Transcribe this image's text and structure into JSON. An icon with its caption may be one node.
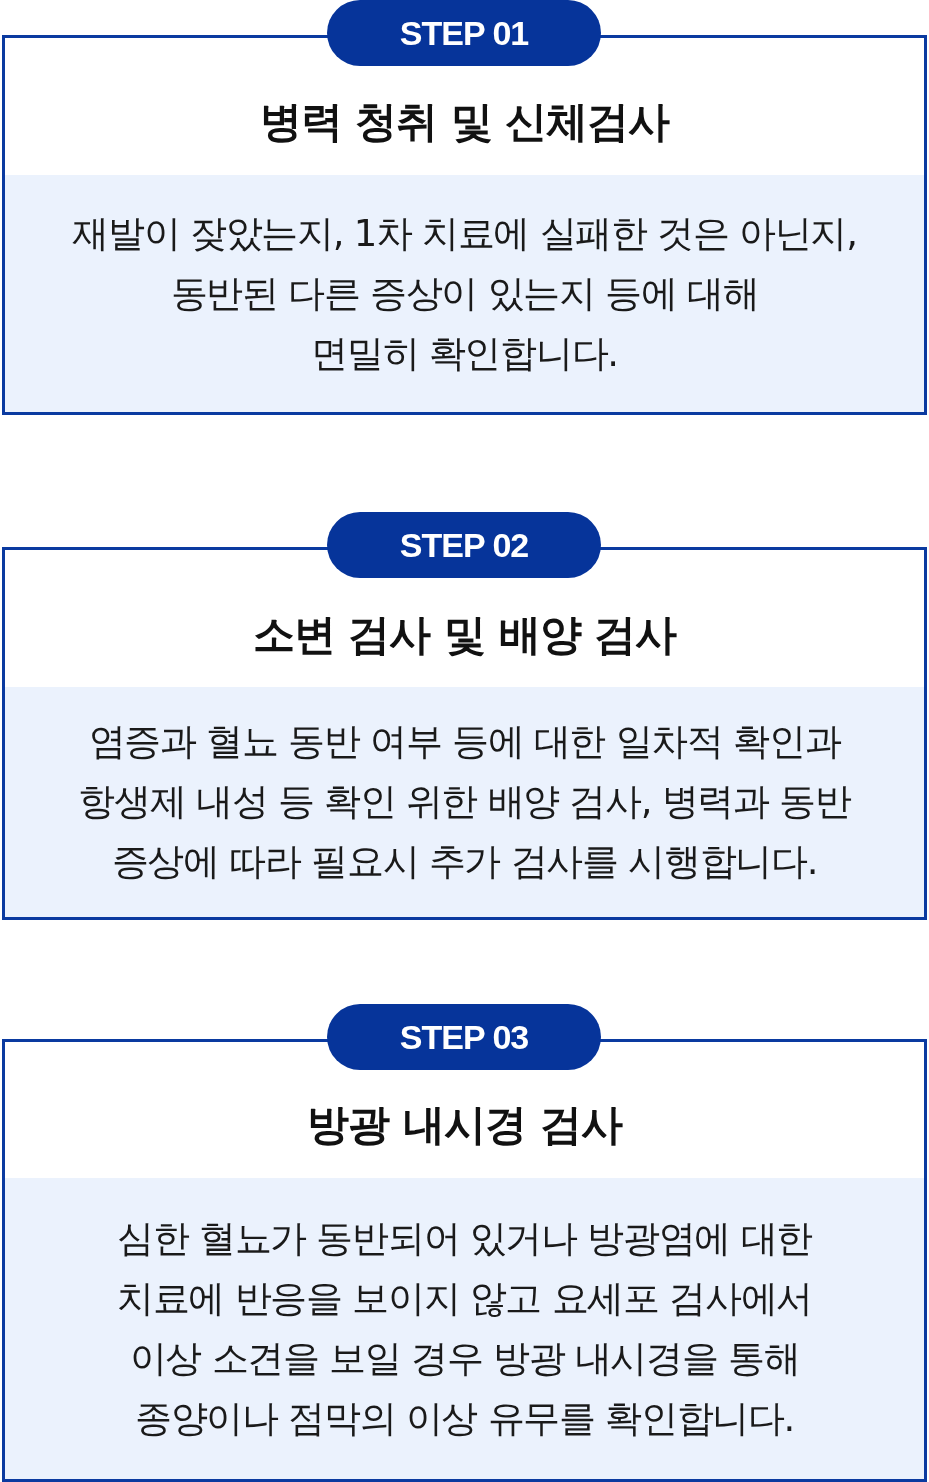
{
  "diagram": {
    "nodes": [
      {
        "text": [
          "STEP 01"
        ]
      },
      {
        "text": [
          "병력 청취 및 신체검사"
        ]
      },
      {
        "text": [
          "재발이 잦았는지, 1차 치료에 실패한 것은 아닌지, 동반된 다른 증상이 있는지 등에 대해 면밀히 확인합니다."
        ],
        "in": 1
      },
      {
        "text": [
          "STEP 02"
        ]
      },
      {
        "text": [
          "소변 검사 및 배양 검사"
        ]
      },
      {
        "text": [
          "염증과 혈뇨 동반 여부 등에 대한 일차적 확인과 항생제 내성 등 확인 위한 배양 검사, 병력과 동반 증상에 따라 필요시 추가 검사를 시행합니다."
        ],
        "in": 4
      },
      {
        "text": [
          "STEP 03"
        ]
      },
      {
        "text": [
          "방광 내시경 검사"
        ]
      },
      {
        "text": [
          "심한 혈뇨가 동반되어 있거나 방광염에 대한 치료에 반응을 보이지 않고 요세포 검사에서 이상 소견을 보일 경우 방광 내시경을 통해 종양이나 점막의 이상 유무를 확인합니다."
        ],
        "in": 7
      }
    ]
  }
}
